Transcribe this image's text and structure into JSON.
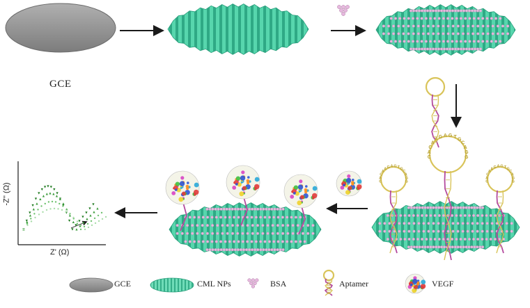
{
  "labels": {
    "gce_caption": "GCE"
  },
  "plot": {
    "y_label": "-Z'' (Ω)",
    "x_label": "Z' (Ω)"
  },
  "legend": {
    "items": [
      {
        "key": "gce",
        "label": "GCE"
      },
      {
        "key": "cml",
        "label": "CML NPs"
      },
      {
        "key": "bsa",
        "label": "BSA"
      },
      {
        "key": "aptamer",
        "label": "Aptamer"
      },
      {
        "key": "vegf",
        "label": "VEGF"
      }
    ]
  },
  "aptamer_sequence": "CACAAGAGTGCAGG",
  "colors": {
    "cml": "#4fd1a8",
    "cml_dark": "#2a9e7c",
    "gce": "#9a9a9a",
    "bsa": "#e6b8de",
    "aptamer_strand": "#b44a9e",
    "aptamer_bases": "#d9c45a",
    "arrow": "#1a1a1a"
  }
}
